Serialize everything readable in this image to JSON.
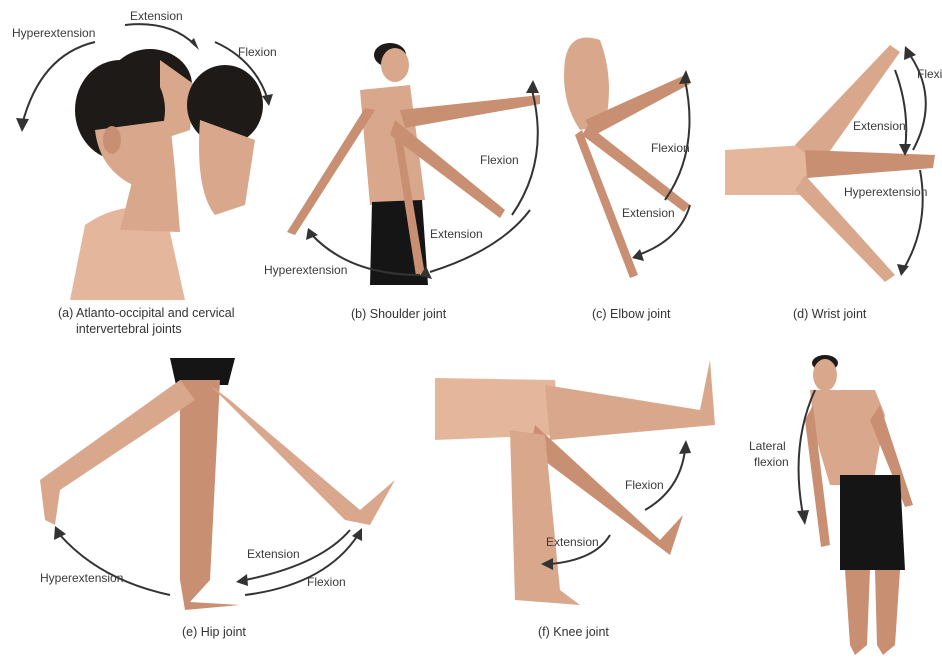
{
  "panels": {
    "a": {
      "caption_line1": "(a) Atlanto-occipital and cervical",
      "caption_line2": "intervertebral joints",
      "labels": {
        "hyperextension": "Hyperextension",
        "extension": "Extension",
        "flexion": "Flexion"
      }
    },
    "b": {
      "caption": "(b) Shoulder joint",
      "labels": {
        "flexion": "Flexion",
        "extension": "Extension",
        "hyperextension": "Hyperextension"
      }
    },
    "c": {
      "caption": "(c) Elbow joint",
      "labels": {
        "flexion": "Flexion",
        "extension": "Extension"
      }
    },
    "d": {
      "caption": "(d) Wrist joint",
      "labels": {
        "flexion": "Flexi",
        "extension": "Extension",
        "hyperextension": "Hyperextension"
      }
    },
    "e": {
      "caption": "(e) Hip joint",
      "labels": {
        "extension": "Extension",
        "hyperextension": "Hyperextension",
        "flexion": "Flexion"
      }
    },
    "f": {
      "caption": "(f) Knee joint",
      "labels": {
        "flexion": "Flexion",
        "extension": "Extension"
      }
    },
    "g": {
      "labels": {
        "lateral_flexion_line1": "Lateral",
        "lateral_flexion_line2": "flexion"
      }
    }
  },
  "colors": {
    "skin": "#d9a88c",
    "hair": "#1e1a18",
    "shorts": "#151515",
    "arrow": "#333333"
  }
}
